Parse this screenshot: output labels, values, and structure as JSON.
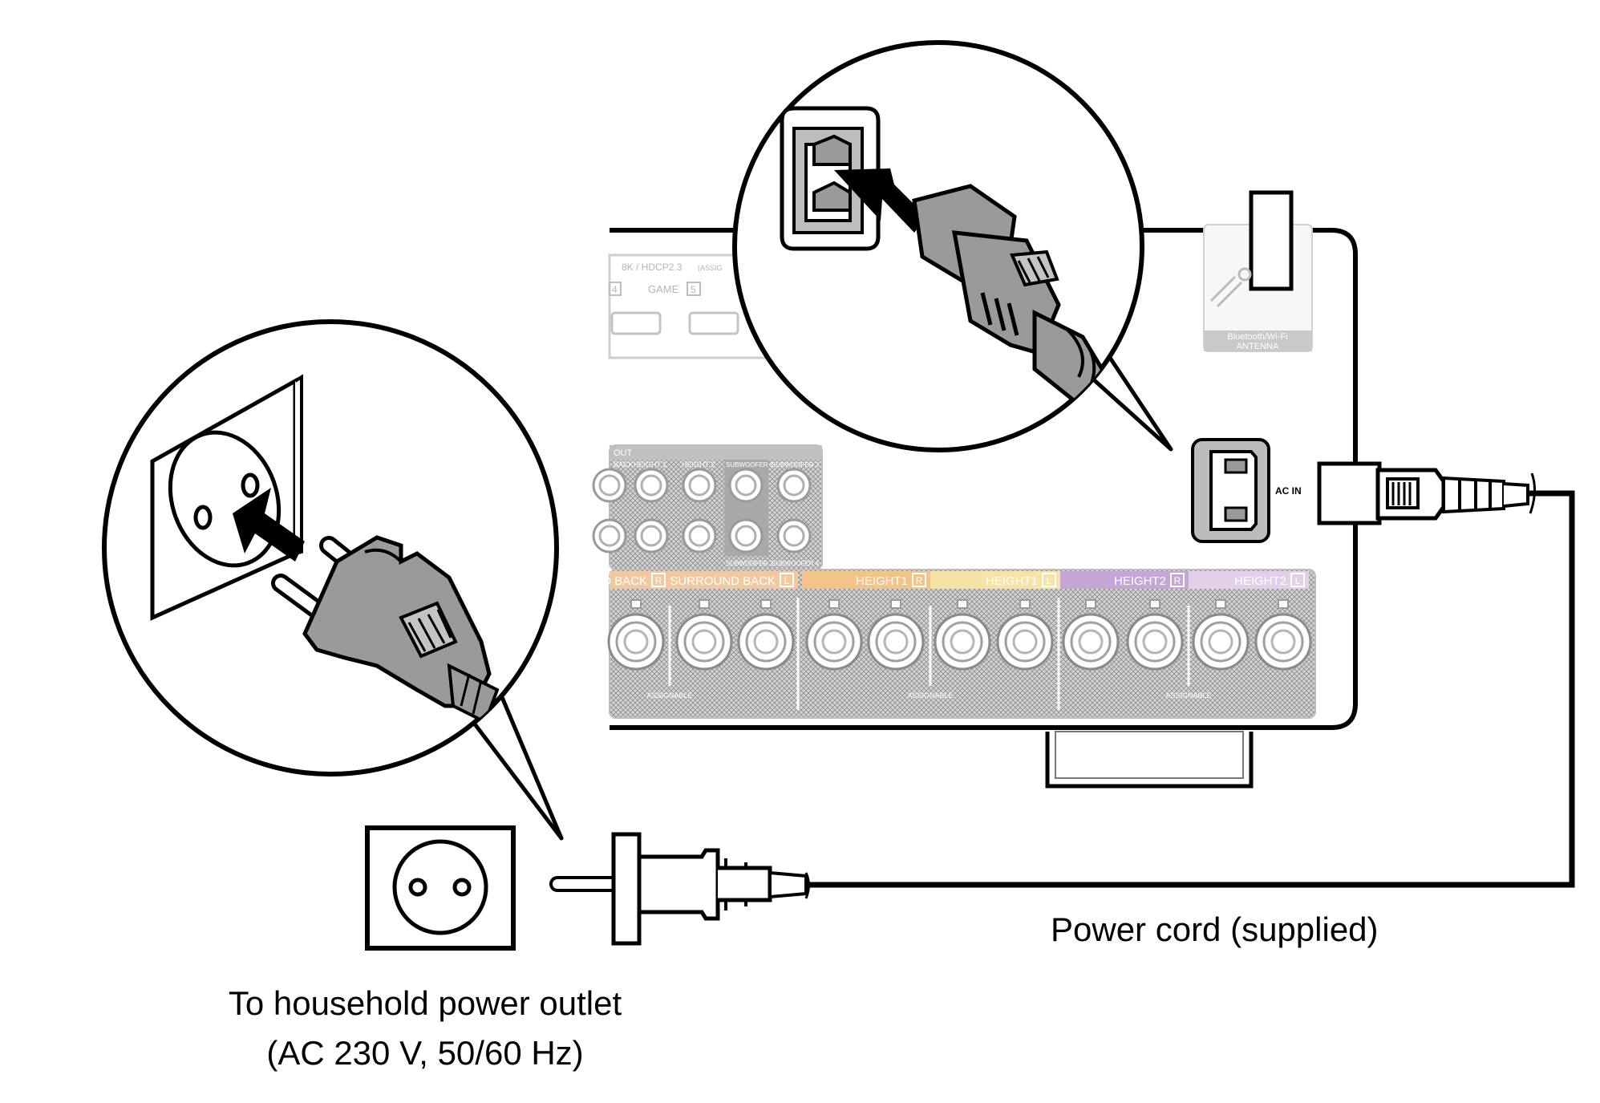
{
  "captions": {
    "power_cord": "Power cord (supplied)",
    "outlet_line1": "To household power outlet",
    "outlet_line2": "(AC 230 V, 50/60 Hz)"
  },
  "panel_labels": {
    "ac_in": "AC IN",
    "antenna_line1": "Bluetooth/Wi-Fi",
    "antenna_line2": "ANTENNA",
    "hdmi_header": "8K / HDCP2.3",
    "hdmi_assign": "(ASSIG",
    "hdmi_num4": "4",
    "hdmi_game": "GAME",
    "hdmi_num5": "5",
    "preout": "OUT",
    "subwoofer1": "SUBWOOFER 1",
    "subwoofer3": "SUBWOOFER 3",
    "preout_back": "BACK",
    "preout_height1": "HEIGHT 1",
    "preout_height2": "HEIGHT 2",
    "preout_sw2": "SUBWOOFER 2",
    "preout_sw4": "SUBWOOFER 4",
    "speaker_labels": [
      {
        "text": "D BACK",
        "side": "R"
      },
      {
        "text": "SURROUND BACK",
        "side": "L"
      },
      {
        "text": "HEIGHT1",
        "side": "R"
      },
      {
        "text": "HEIGHT1",
        "side": "L"
      },
      {
        "text": "HEIGHT2",
        "side": "R"
      },
      {
        "text": "HEIGHT2",
        "side": "L"
      }
    ],
    "assignable": "ASSIGNABLE"
  },
  "colors": {
    "line": "#000000",
    "plug_gray": "#9a9a9a",
    "panel_gray": "#c9c9c9",
    "surround_back": "#f0c9a0",
    "height1_r": "#f2c48a",
    "height1_l": "#f6e3a6",
    "height2_r": "#c6a6d6",
    "height2_l": "#e2d0ea"
  }
}
